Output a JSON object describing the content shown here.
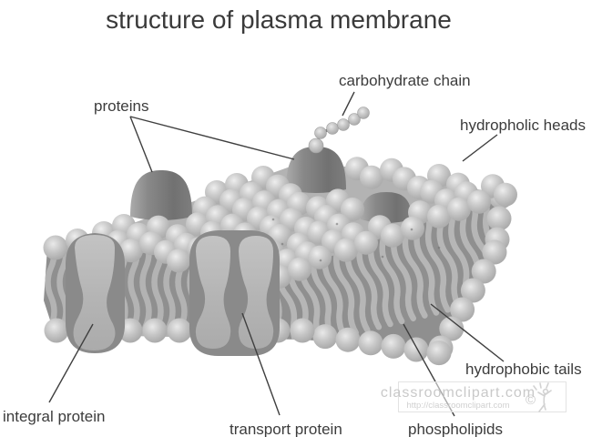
{
  "title": "structure of plasma membrane",
  "labels": {
    "proteins": "proteins",
    "carbohydrate_chain": "carbohydrate chain",
    "hydrophilic_heads": "hydropholic heads",
    "hydrophobic_tails": "hydrophobic tails",
    "integral_protein": "integral protein",
    "transport_protein": "transport protein",
    "phospholipids": "phospholipids"
  },
  "watermark": {
    "site_text": "classroomclipart.com",
    "url_text": "http://classroomclipart.com",
    "copyright_symbol": "©"
  },
  "colors": {
    "background": "#ffffff",
    "label_text": "#3c3c3c",
    "pointer_line": "#3f3f3f",
    "sphere_gray": "#b9b9b9",
    "sphere_highlight": "#ececec",
    "membrane_face": "#8f8f8f",
    "tail_gray": "#b5b5b5",
    "dome_protein_dark": "#757575",
    "big_protein_backdrop": "#8a8a8a",
    "big_protein_pillar": "#b9b9b9",
    "top_face": "#b3b3b3",
    "watermark_text": "#c9c9c9"
  }
}
